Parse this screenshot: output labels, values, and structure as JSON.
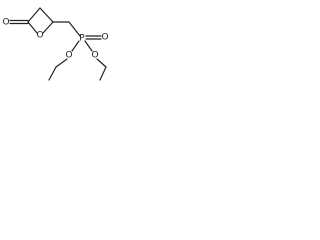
{
  "molecule": {
    "atoms": {
      "carbonyl_oxygen": "O",
      "ring_oxygen": "O",
      "phosphorus": "P",
      "phosphoryl_oxygen": "O",
      "ester_oxygen_left": "O",
      "ester_oxygen_right": "O"
    }
  }
}
